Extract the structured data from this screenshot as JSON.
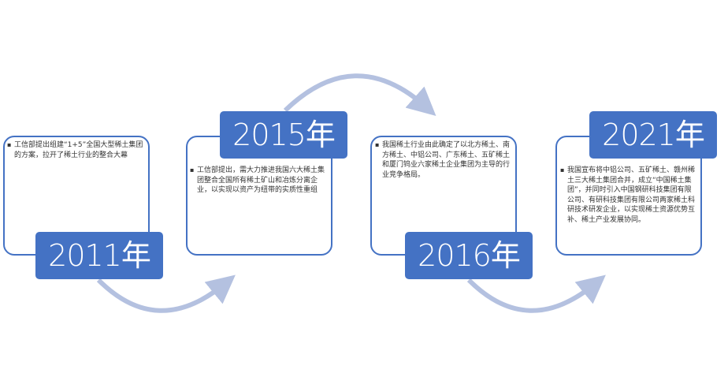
{
  "timeline": [
    {
      "year": "2011年",
      "text": "工信部提出组建“1+5”全国大型稀土集团的方案，拉开了稀土行业的整合大幕"
    },
    {
      "year": "2015年",
      "text": "工信部提出，需大力推进我国六大稀土集团整合全国所有稀土矿山和冶炼分离企业，以实现以资产为纽带的实质性重组"
    },
    {
      "year": "2016年",
      "text": "我国稀土行业由此确定了以北方稀土、南方稀土、中铝公司、广东稀土、五矿稀土和厦门钨业六家稀土企业集团为主导的行业竞争格局。"
    },
    {
      "year": "2021年",
      "text": "我国宣布将中铝公司、五矿稀土、赣州稀土三大稀土集团合并，成立“中国稀土集团”，并同时引入中国钢研科技集团有限公司、有研科技集团有限公司两家稀土科研技术研发企业，以实现稀土资源优势互补、稀土产业发展协同。"
    }
  ],
  "colors": {
    "accent": "#4472C4",
    "arrow": "#B4C1E0"
  }
}
